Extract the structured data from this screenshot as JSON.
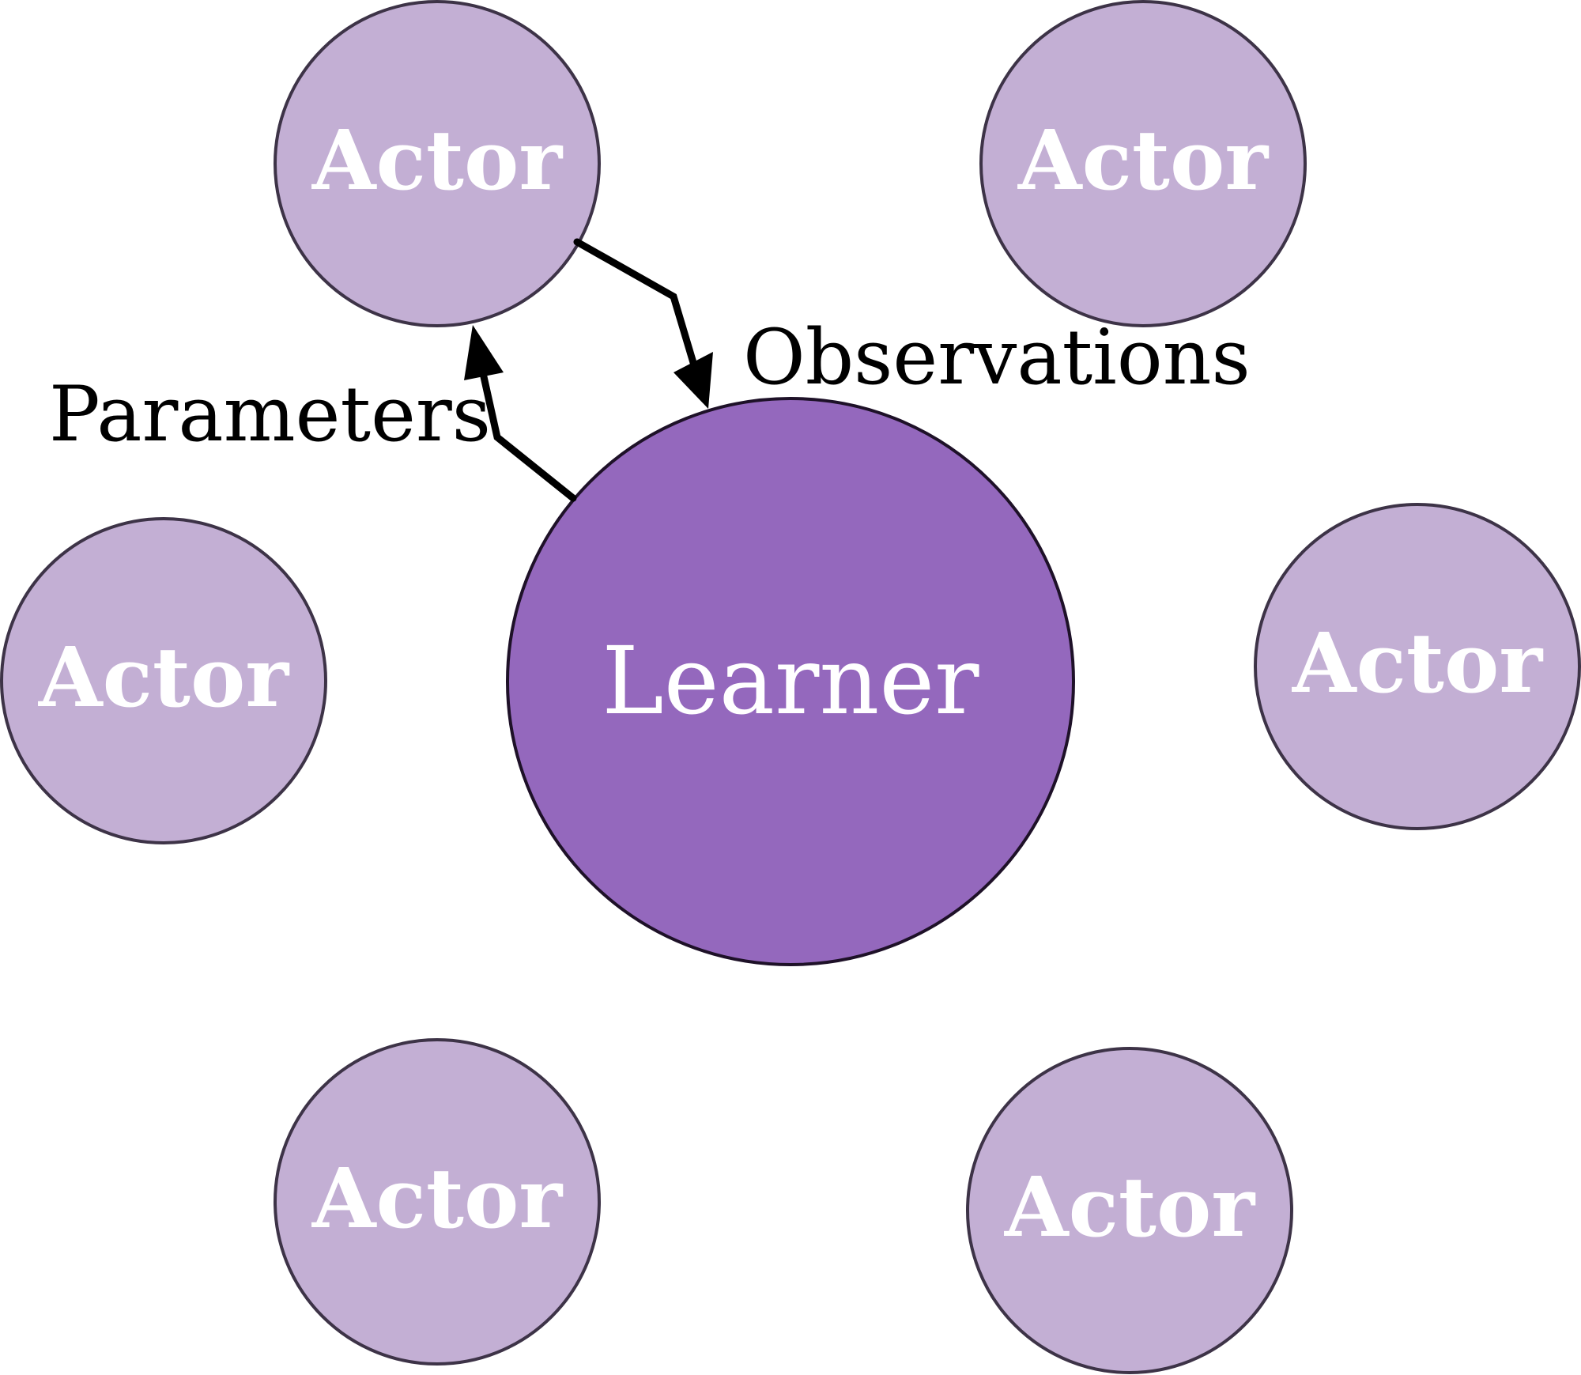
{
  "diagram": {
    "colors": {
      "actor_fill": "#c3afd4",
      "learner_fill": "#9468bd",
      "label_text": "#ffffff",
      "arrow": "#000000"
    },
    "learner": {
      "label": "Learner"
    },
    "actors": [
      {
        "label": "Actor",
        "position": "top-left"
      },
      {
        "label": "Actor",
        "position": "top-right"
      },
      {
        "label": "Actor",
        "position": "middle-left"
      },
      {
        "label": "Actor",
        "position": "middle-right"
      },
      {
        "label": "Actor",
        "position": "bottom-left"
      },
      {
        "label": "Actor",
        "position": "bottom-right"
      }
    ],
    "edges": [
      {
        "label": "Observations",
        "from": "Actor (top-left)",
        "to": "Learner"
      },
      {
        "label": "Parameters",
        "from": "Learner",
        "to": "Actor (top-left)"
      }
    ]
  }
}
